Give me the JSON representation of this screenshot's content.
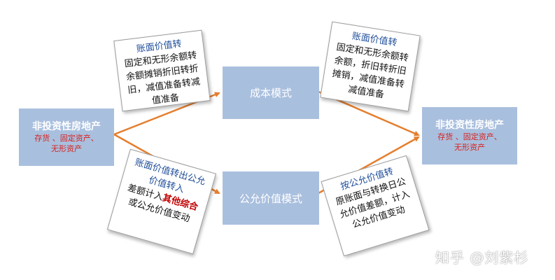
{
  "left_box": {
    "title": "非投资性房地产",
    "subtitle_line1": "存货 、固定资产、",
    "subtitle_line2": "无形资产"
  },
  "right_box": {
    "title": "非投资性房地产",
    "subtitle_line1": "存货 、固定资产、",
    "subtitle_line2": "无形资产"
  },
  "cost_mode": {
    "label": "成本模式"
  },
  "fair_value_mode": {
    "label": "公允价值模式"
  },
  "notes": {
    "top_left": {
      "title": "账面价值转",
      "body": "固定和无形余额转余额摊销折旧转折旧，减值准备转减值准备"
    },
    "top_right": {
      "title": "账面价值转",
      "body": "固定和无形余额转余额，折旧转折旧摊销，减值准备转减值准备"
    },
    "bottom_left": {
      "title": "账面价值转出公允价值转入",
      "body_prefix": "差额计入",
      "body_highlight": "其他综合",
      "body_suffix": "或公允价值变动"
    },
    "bottom_right": {
      "title": "按公允价值转",
      "body": "原账面与转换日公允价值差额，计入公允价值变动"
    }
  },
  "watermark": {
    "text": "知乎 @刘紫杉"
  },
  "colors": {
    "box": "#a9bfde",
    "arrow": "#e57e2d",
    "note_title": "#1f4e9a",
    "highlight": "#c00000",
    "subtitle": "#d8211d"
  }
}
